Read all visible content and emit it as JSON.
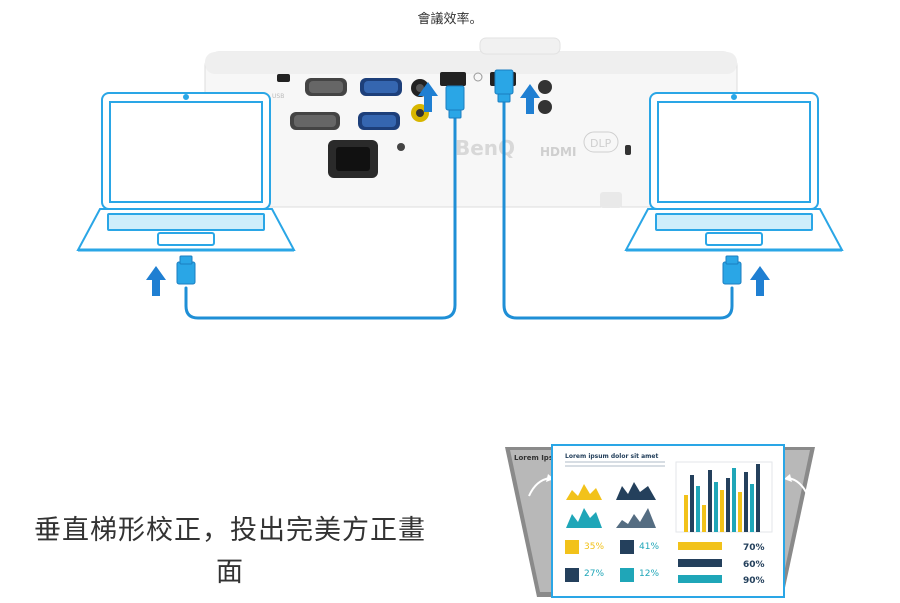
{
  "top_caption": "會議效率。",
  "heading": "垂直梯形校正，投出完美方正畫面",
  "projector": {
    "brand": "BenQ",
    "hdmi_logo": "HDMI",
    "dlp_logo": "DLP"
  },
  "poster": {
    "title": "Lorem ipsum dolor sit amet",
    "side_label": "Lorem Ipsu",
    "stat_1": "35%",
    "stat_2": "41%",
    "stat_3": "27%",
    "stat_4": "12%",
    "pct_1": "70%",
    "pct_2": "60%",
    "pct_3": "90%"
  },
  "colors": {
    "cable_blue": "#1f8fd6",
    "laptop_outline": "#2aa6e6",
    "arrow_blue": "#1f7fd2",
    "poster_teal": "#1fa6b8",
    "poster_yellow": "#f2c21a",
    "poster_navy": "#24405c"
  }
}
